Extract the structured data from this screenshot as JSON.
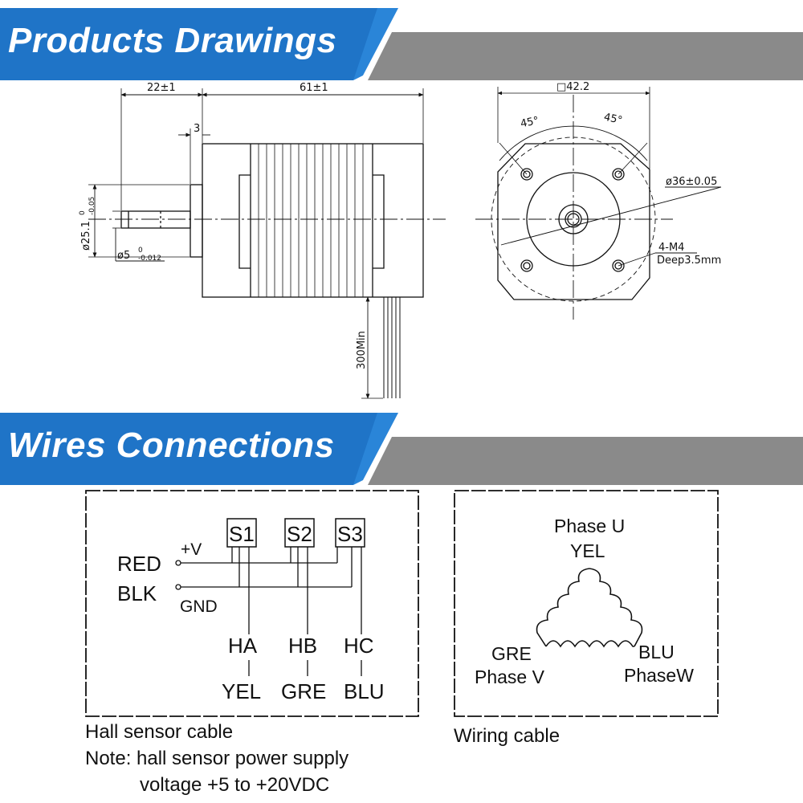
{
  "sections": {
    "products_drawings": "Products Drawings",
    "wires_connections": "Wires Connections"
  },
  "colors": {
    "banner_blue": "#1f74c7",
    "banner_gray": "#8a8a8a",
    "line": "#111111"
  },
  "side_view": {
    "dim_shaft_length": "22±1",
    "dim_body_length": "61±1",
    "dim_flange": "3",
    "dim_boss_dia": "ø25.1",
    "dim_boss_tol_upper": "0",
    "dim_boss_tol_lower": "-0.05",
    "dim_shaft_dia": "ø5",
    "dim_shaft_tol_upper": "0",
    "dim_shaft_tol_lower": "-0.012",
    "dim_lead_length": "300Min"
  },
  "front_view": {
    "dim_square": "□42.2",
    "angle_left": "45°",
    "angle_right": "45°",
    "dim_pitch_circle": "ø36±0.05",
    "hole_spec": "4-M4",
    "hole_depth": "Deep3.5mm"
  },
  "hall_sensor": {
    "sensors": [
      "S1",
      "S2",
      "S3"
    ],
    "red": "RED",
    "blk": "BLK",
    "plus_v": "+V",
    "gnd": "GND",
    "outputs": [
      "HA",
      "HB",
      "HC"
    ],
    "output_colors": [
      "YEL",
      "GRE",
      "BLU"
    ],
    "caption": "Hall sensor cable",
    "note_line1": "Note: hall sensor power supply",
    "note_line2": "voltage +5 to +20VDC"
  },
  "winding": {
    "phase_u": "Phase U",
    "phase_u_color": "YEL",
    "phase_v_color": "GRE",
    "phase_v": "Phase V",
    "phase_w_color": "BLU",
    "phase_w": "PhaseW",
    "caption": "Wiring cable"
  }
}
